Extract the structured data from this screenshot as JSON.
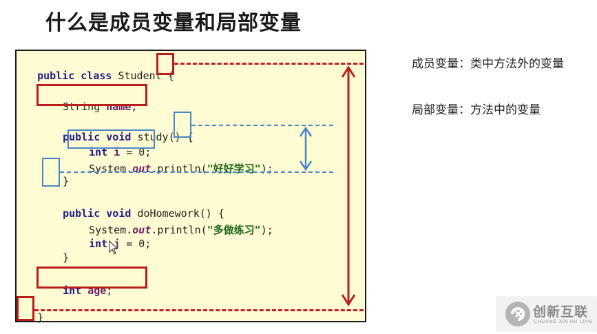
{
  "title": "什么是成员变量和局部变量",
  "code": {
    "class_kw": "public class",
    "class_name": "Student",
    "open_brace": "{",
    "field1_type": "String",
    "field1_name": "name",
    "field1_end": ";",
    "study_kw": "public void",
    "study_sig": "study()",
    "study_open": "{",
    "int_kw": "int",
    "local_i": "i",
    "local_i_rest": "= 0;",
    "sys_prefix": "System.",
    "out": "out",
    "println": ".println(",
    "str1": "\"好好学习\"",
    "call_end": ");",
    "study_close": "}",
    "hw_kw": "public void",
    "hw_sig": "doHomework() {",
    "str2": "\"多做练习\"",
    "local_j": "j",
    "local_j_rest": "= 0;",
    "hw_close": "}",
    "field2_type": "int",
    "field2_name": "age",
    "field2_end": ";",
    "class_close": "}"
  },
  "notes": {
    "member": "成员变量：类中方法外的变量",
    "local": "局部变量：方法中的变量"
  },
  "watermark": {
    "brand": "创新互联",
    "sub": "CHUANG XIN HU LIAN"
  },
  "colors": {
    "panel_bg": "#fffbd2",
    "red": "#b81e1e",
    "blue": "#4a86c8"
  }
}
